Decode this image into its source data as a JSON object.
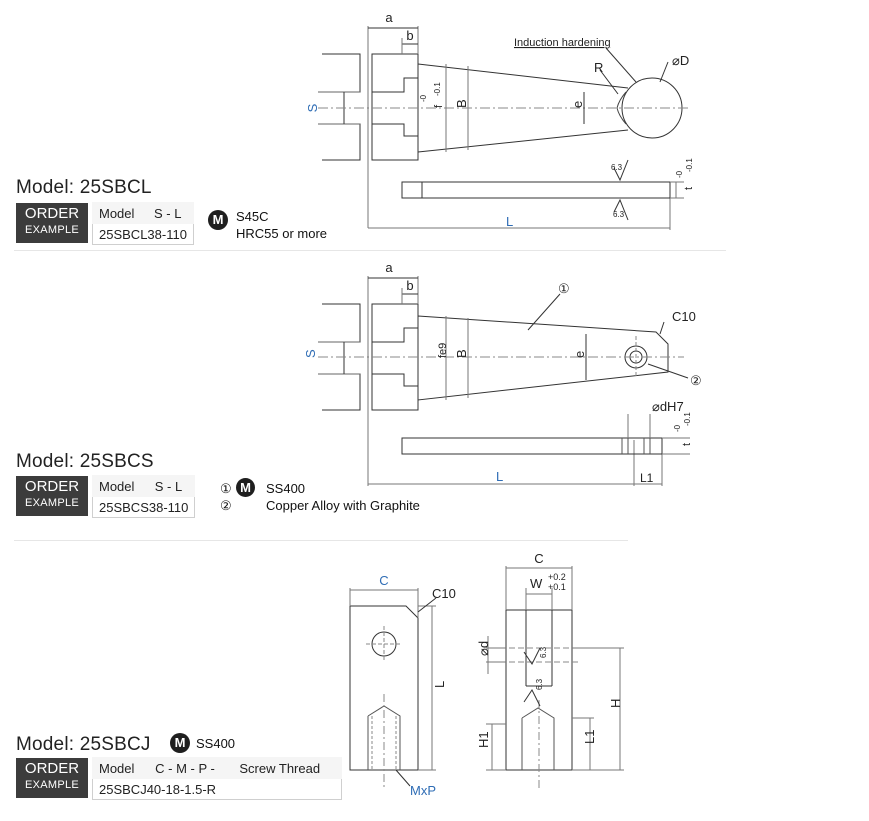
{
  "sections": [
    {
      "title": "Model: 25SBCL",
      "order": {
        "label_top": "ORDER",
        "label_bottom": "EXAMPLE",
        "headers": [
          "Model",
          "S - L"
        ],
        "example": "25SBCL38-110"
      },
      "material_icon": "M",
      "materials": [
        "S45C",
        "HRC55 or more"
      ],
      "drawing": {
        "a": "a",
        "b": "b",
        "s": "S",
        "f": "f",
        "f_tol_top": "-0",
        "f_tol_bottom": "-0.1",
        "B": "B",
        "e": "e",
        "induction": "Induction hardening",
        "R": "R",
        "D": "⌀D",
        "L": "L",
        "roughness": "6.3",
        "t": "t",
        "t_tol_top": "-0",
        "t_tol_bottom": "-0.1"
      }
    },
    {
      "title": "Model: 25SBCS",
      "order": {
        "label_top": "ORDER",
        "label_bottom": "EXAMPLE",
        "headers": [
          "Model",
          "S - L"
        ],
        "example": "25SBCS38-110"
      },
      "material_icon": "M",
      "materials": [
        {
          "num": "①",
          "text": "SS400"
        },
        {
          "num": "②",
          "text": "Copper Alloy with Graphite"
        }
      ],
      "drawing": {
        "a": "a",
        "b": "b",
        "s": "S",
        "fe9": "fe9",
        "B": "B",
        "e": "e",
        "c1": "①",
        "c2": "②",
        "C10": "C10",
        "dH7": "⌀dH7",
        "L": "L",
        "L1": "L1",
        "t": "t",
        "t_tol_top": "-0",
        "t_tol_bottom": "-0.1"
      }
    },
    {
      "title": "Model: 25SBCJ",
      "order": {
        "label_top": "ORDER",
        "label_bottom": "EXAMPLE",
        "headers": [
          "Model",
          "C - M - P -",
          "Screw Thread"
        ],
        "example": "25SBCJ40-18-1.5-R"
      },
      "material_icon": "M",
      "materials": [
        "SS400"
      ],
      "drawing": {
        "C": "C",
        "C10": "C10",
        "L": "L",
        "MxP": "MxP",
        "W": "W",
        "W_tol_top": "+0.2",
        "W_tol_bottom": "+0.1",
        "d": "⌀d",
        "roughness": "6.3",
        "H": "H",
        "H1": "H1",
        "L1": "L1"
      }
    }
  ],
  "colors": {
    "dim_blue": "#2f6db5",
    "line": "#333333",
    "label_bg": "#3c3c3c"
  }
}
